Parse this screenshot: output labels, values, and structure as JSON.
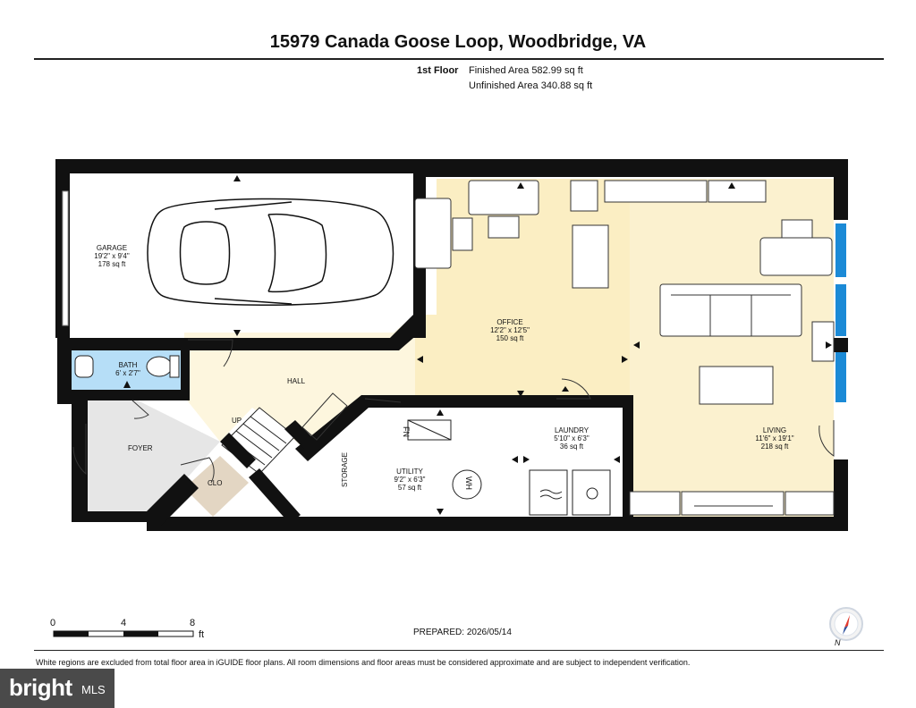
{
  "header": {
    "title": "15979 Canada Goose Loop, Woodbridge, VA",
    "floor": "1st Floor",
    "finished_area": "Finished Area 582.99 sq ft",
    "unfinished_area": "Unfinished Area 340.88 sq ft"
  },
  "rooms": {
    "garage": {
      "name": "GARAGE",
      "dims": "19'2\" x 9'4\"",
      "area": "178 sq ft"
    },
    "bath": {
      "name": "BATH",
      "dims": "6' x 2'7\""
    },
    "hall": {
      "name": "HALL"
    },
    "up": {
      "name": "UP"
    },
    "foyer": {
      "name": "FOYER"
    },
    "clo": {
      "name": "CLO"
    },
    "office": {
      "name": "OFFICE",
      "dims": "12'2\" x 12'5\"",
      "area": "150 sq ft"
    },
    "storage": {
      "name": "STORAGE"
    },
    "utility": {
      "name": "UTILITY",
      "dims": "9'2\" x 6'3\"",
      "area": "57 sq ft"
    },
    "laundry": {
      "name": "LAUNDRY",
      "dims": "5'10\" x 6'3\"",
      "area": "36 sq ft"
    },
    "living": {
      "name": "LIVING",
      "dims": "11'6\" x 19'1\"",
      "area": "218 sq ft"
    }
  },
  "fixtures": {
    "furnace": "FN",
    "water_heater": "WH"
  },
  "scale": {
    "ticks": [
      "0",
      "4",
      "8"
    ],
    "unit": "ft"
  },
  "prepared": "PREPARED: 2026/05/14",
  "compass": {
    "label": "N"
  },
  "footer": "White regions are excluded from total floor area in iGUIDE floor plans. All room dimensions and floor areas must be considered approximate and are subject to independent verification.",
  "brand": {
    "logo": "bright",
    "suffix": "MLS"
  },
  "colors": {
    "wall": "#111111",
    "office_fill": "#fbeec3",
    "hall_fill": "#fdf6de",
    "bath_fill": "#b6def7",
    "foyer_fill": "#e6e6e6",
    "closet_fill": "#e3d6c3",
    "window": "#1b8ad6"
  }
}
